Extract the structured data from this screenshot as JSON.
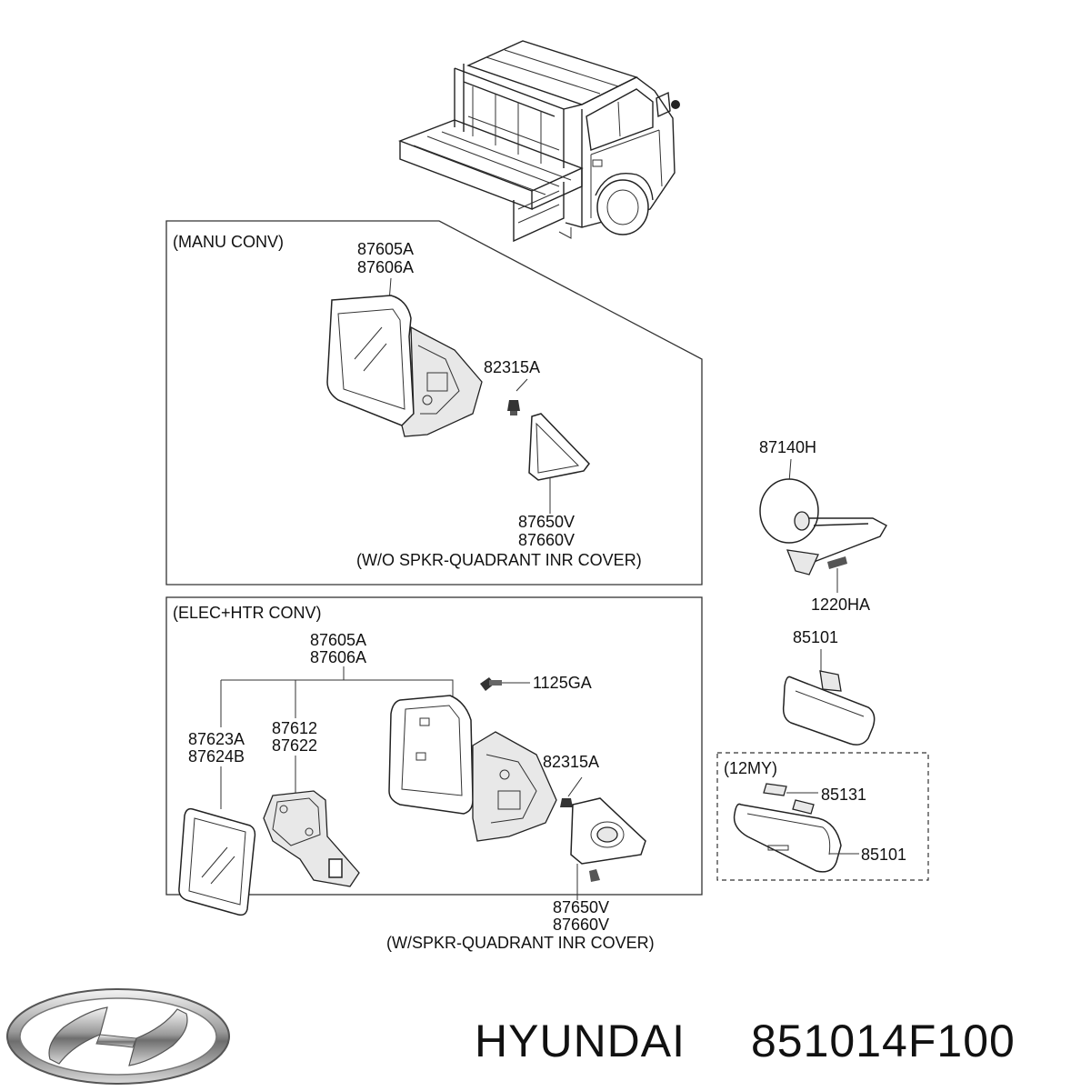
{
  "sections": {
    "manu": {
      "title": "(MANU CONV)",
      "cover_note": "(W/O SPKR-QUADRANT INR COVER)"
    },
    "elec": {
      "title": "(ELEC+HTR CONV)",
      "cover_note": "(W/SPKR-QUADRANT INR COVER)"
    },
    "my12": {
      "title": "(12MY)"
    }
  },
  "labels": {
    "manu_mirror_a": "87605A",
    "manu_mirror_b": "87606A",
    "manu_screw": "82315A",
    "manu_cover_a": "87650V",
    "manu_cover_b": "87660V",
    "elec_mirror_a": "87605A",
    "elec_mirror_b": "87606A",
    "elec_bolt": "1125GA",
    "elec_glass_a": "87623A",
    "elec_glass_b": "87624B",
    "elec_actuator_a": "87612",
    "elec_actuator_b": "87622",
    "elec_screw": "82315A",
    "elec_cover_a": "87650V",
    "elec_cover_b": "87660V",
    "convex_mirror": "87140H",
    "convex_bolt": "1220HA",
    "inside_mirror": "85101",
    "my12_cover": "85131",
    "my12_mirror": "85101"
  },
  "footer": {
    "brand": "HYUNDAI",
    "part_number": "851014F100"
  },
  "logo": {
    "icon": "hyundai-logo-icon"
  }
}
